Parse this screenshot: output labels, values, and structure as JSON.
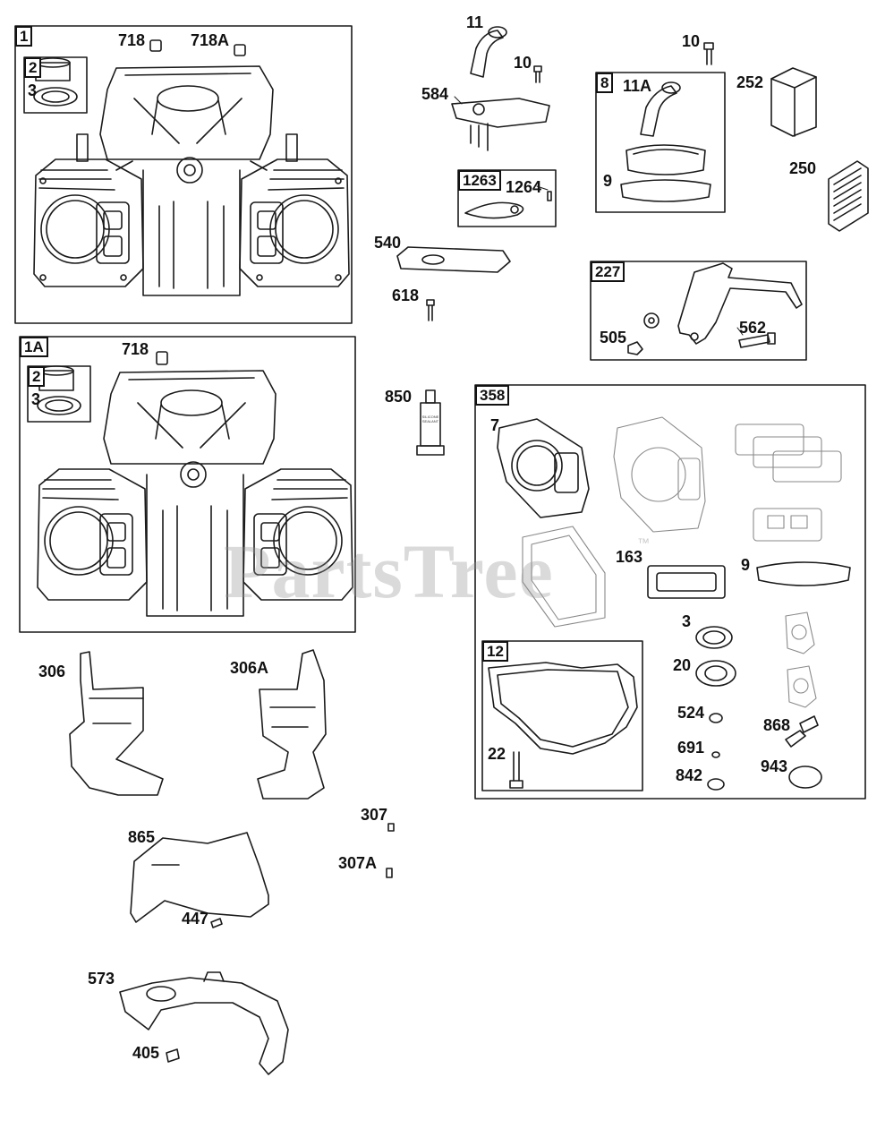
{
  "watermark": {
    "text": "PartsTree",
    "trademark": "™"
  },
  "group_labels": {
    "g1": "1",
    "g2a": "2",
    "g1a": "1A",
    "g2b": "2",
    "g8": "8",
    "g1263": "1263",
    "g227": "227",
    "g358": "358",
    "g12": "12"
  },
  "part_labels": {
    "p718a": "718",
    "p718A": "718A",
    "p3a": "3",
    "p718b": "718",
    "p3b": "3",
    "p11": "11",
    "p10a": "10",
    "p584": "584",
    "p1264": "1264",
    "p540": "540",
    "p618": "618",
    "p850": "850",
    "p10b": "10",
    "p11A": "11A",
    "p9a": "9",
    "p252": "252",
    "p250": "250",
    "p505": "505",
    "p562": "562",
    "p7": "7",
    "p163": "163",
    "p9b": "9",
    "p3c": "3",
    "p20": "20",
    "p524": "524",
    "p691": "691",
    "p842": "842",
    "p868": "868",
    "p943": "943",
    "p22": "22",
    "p306": "306",
    "p306A": "306A",
    "p307": "307",
    "p307A": "307A",
    "p865": "865",
    "p447": "447",
    "p573": "573",
    "p405": "405"
  },
  "tube_text": "SILICONE SEALANT"
}
